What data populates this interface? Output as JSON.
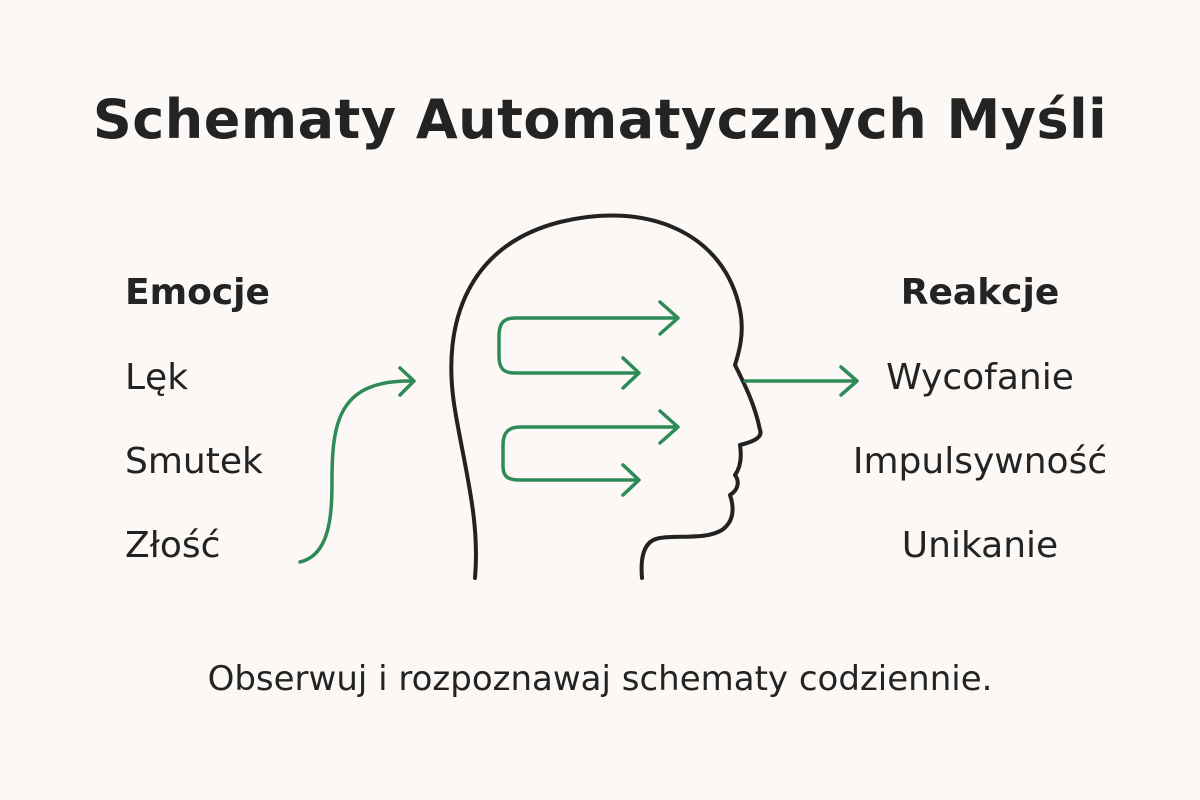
{
  "title": "Schematy Automatycznych Myśli",
  "emotions": {
    "heading": "Emocje",
    "items": [
      "Lęk",
      "Smutek",
      "Złość"
    ]
  },
  "reactions": {
    "heading": "Reakcje",
    "items": [
      "Wycofanie",
      "Impulsywność",
      "Unikanie"
    ]
  },
  "footer": "Obserwuj i rozpoznawaj schematy codziennie.",
  "colors": {
    "background": "#fbf8f5",
    "text": "#232323",
    "head_outline": "#222222",
    "arrow": "#2e8a57"
  },
  "icons": [
    "head-profile-icon",
    "incoming-arrow-icon",
    "loop-arrows-icon",
    "outgoing-arrow-icon"
  ]
}
